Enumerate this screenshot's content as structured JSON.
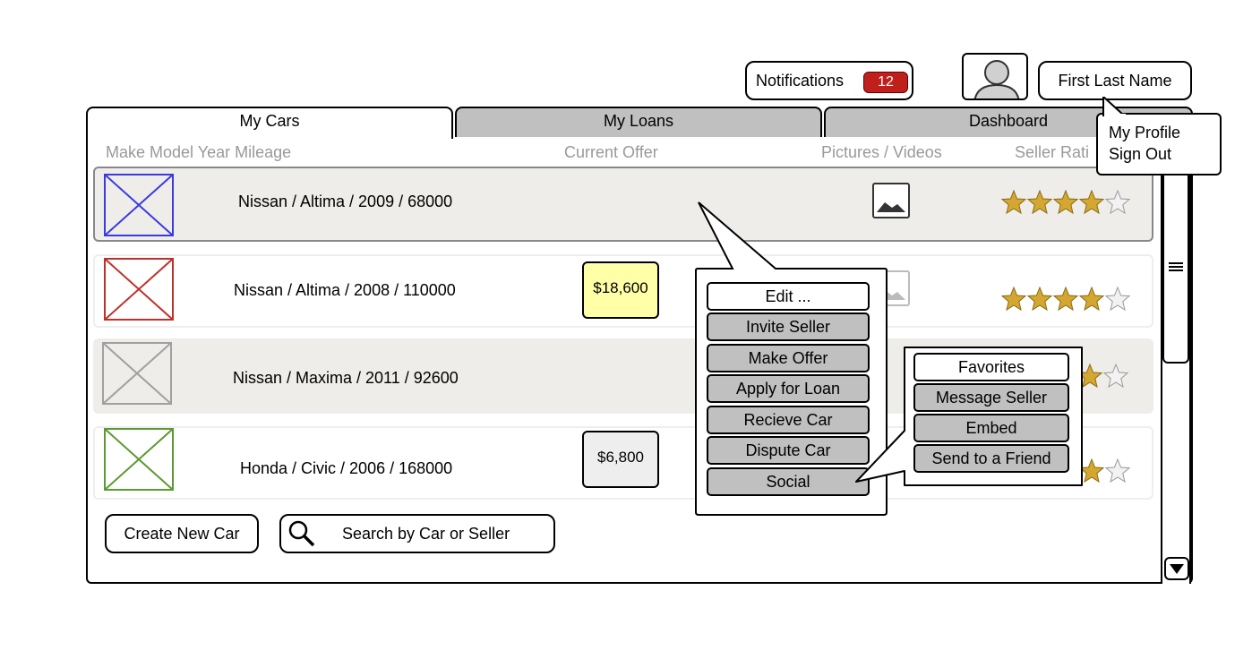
{
  "header": {
    "notifications_label": "Notifications",
    "notifications_count": "12",
    "user_name": "First Last Name"
  },
  "profile_menu": {
    "items": [
      "My Profile",
      "Sign Out"
    ]
  },
  "tabs": [
    {
      "label": "My Cars"
    },
    {
      "label": "My Loans"
    },
    {
      "label": "Dashboard"
    }
  ],
  "columns": {
    "make_model": "Make Model Year Mileage",
    "current_offer": "Current Offer",
    "pictures": "Pictures / Videos",
    "seller_rating": "Seller Rati"
  },
  "rows": [
    {
      "text": "Nissan / Altima / 2009 / 68000",
      "offer": "",
      "rating": 4,
      "thumb_color": "#3a3ae0"
    },
    {
      "text": "Nissan / Altima / 2008 / 110000",
      "offer": "$18,600",
      "rating": 4,
      "thumb_color": "#c0302a"
    },
    {
      "text": "Nissan / Maxima / 2011 / 92600",
      "offer": "",
      "rating": 4,
      "thumb_color": "#a0a0a0"
    },
    {
      "text": "Honda / Civic / 2006 / 168000",
      "offer": "$6,800",
      "rating": 4,
      "thumb_color": "#5a9a30"
    }
  ],
  "context_menu": {
    "items": [
      "Edit ...",
      "Invite Seller",
      "Make Offer",
      "Apply for Loan",
      "Recieve Car",
      "Dispute Car",
      "Social"
    ]
  },
  "social_menu": {
    "items": [
      "Favorites",
      "Message Seller",
      "Embed",
      "Send to a Friend"
    ]
  },
  "bottom": {
    "create_label": "Create New Car",
    "search_label": "Search by Car or Seller"
  },
  "colors": {
    "tab_inactive": "#c0c0c0",
    "row_alt": "#eeedea",
    "badge": "#c0201c",
    "note_yellow": "#ffffa8",
    "note_gray": "#eeeeee",
    "star_gold": "#d4a830"
  }
}
